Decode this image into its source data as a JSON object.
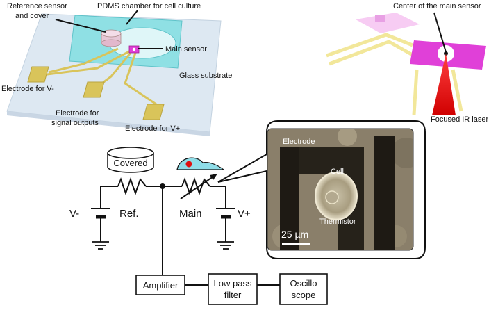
{
  "chip_labels": {
    "reference_sensor_line1": "Reference sensor",
    "reference_sensor_line2": "and cover",
    "pdms_chamber": "PDMS chamber for cell culture",
    "main_sensor": "Main sensor",
    "glass_substrate": "Glass substrate",
    "electrode_vminus": "Electrode for V-",
    "electrode_signal_line1": "Electrode for",
    "electrode_signal_line2": "signal outputs",
    "electrode_vplus": "Electrode for V+"
  },
  "laser_labels": {
    "center_main_sensor": "Center of the main sensor",
    "focused_ir_laser": "Focused IR laser"
  },
  "circuit": {
    "covered": "Covered",
    "v_minus": "V-",
    "ref": "Ref.",
    "main": "Main",
    "v_plus": "V+"
  },
  "micrograph": {
    "electrode": "Electrode",
    "cell": "Cell",
    "thermistor": "Thermistor",
    "scale": "25 µm"
  },
  "signal_chain": {
    "amplifier": "Amplifier",
    "low_pass_line1": "Low pass",
    "low_pass_line2": "filter",
    "oscillo_line1": "Oscillo",
    "oscillo_line2": "scope"
  },
  "colors": {
    "chamber": "#8fe0e4",
    "glass": "#dde8f2",
    "electrode_gold": "#d9c45a",
    "heater_magenta": "#e040d8",
    "laser_red": "#e01010",
    "micrograph_bg": "#8a7f6a"
  }
}
